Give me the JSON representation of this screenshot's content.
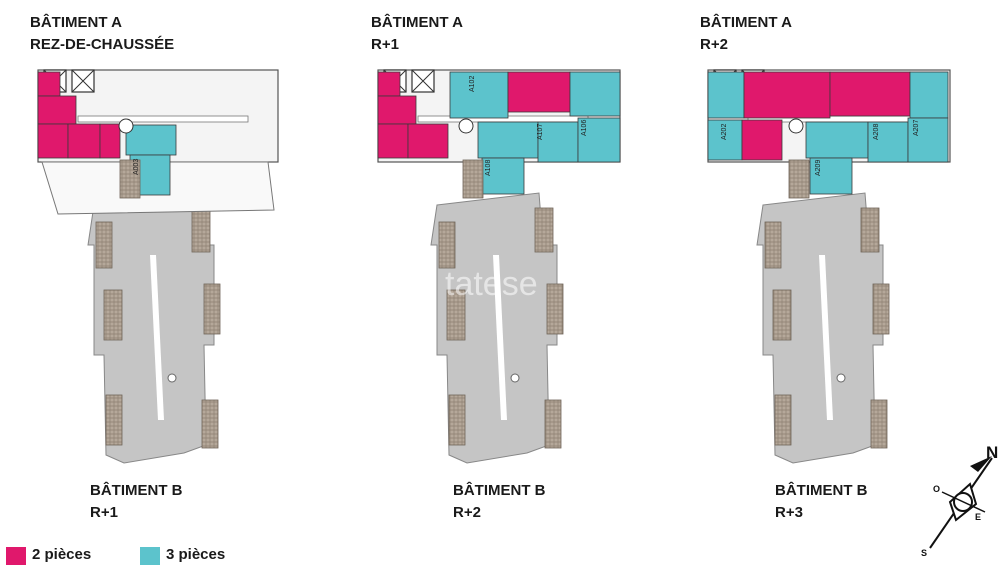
{
  "plans": [
    {
      "building_a": "BÂTIMENT A",
      "floor_a": "REZ-DE-CHAUSSÉE",
      "building_b": "BÂTIMENT B",
      "floor_b": "R+1",
      "units": [
        "A003"
      ]
    },
    {
      "building_a": "BÂTIMENT A",
      "floor_a": "R+1",
      "building_b": "BÂTIMENT B",
      "floor_b": "R+2",
      "units": [
        "A102",
        "A107",
        "A106",
        "A108"
      ]
    },
    {
      "building_a": "BÂTIMENT A",
      "floor_a": "R+2",
      "building_b": "BÂTIMENT B",
      "floor_b": "R+3",
      "units": [
        "A202",
        "A208",
        "A207",
        "A209"
      ]
    }
  ],
  "legend": {
    "two_rooms": {
      "label": "2 pièces",
      "color": "#e0186c"
    },
    "three_rooms": {
      "label": "3 pièces",
      "color": "#5cc3cc"
    }
  },
  "compass": {
    "n": "N",
    "o": "O",
    "e": "E",
    "s": "S"
  },
  "watermark": "tatese"
}
